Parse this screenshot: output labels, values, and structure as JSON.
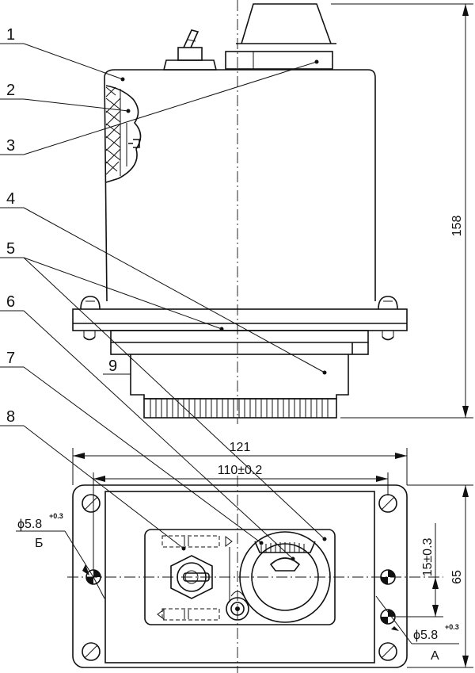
{
  "callouts": {
    "c1": "1",
    "c2": "2",
    "c3": "3",
    "c4": "4",
    "c5": "5",
    "c6": "6",
    "c7": "7",
    "c8": "8",
    "c9": "9"
  },
  "dimensions": {
    "height": "158",
    "width_total": "121",
    "width_holes": "110±0.2",
    "depth": "65",
    "offset": "15±0.3",
    "hole_left_dia": "ϕ5.8",
    "hole_left_tol": "+0.3",
    "hole_left_mark": "Б",
    "hole_right_dia": "ϕ5.8",
    "hole_right_tol": "+0.3",
    "hole_right_mark": "A"
  }
}
